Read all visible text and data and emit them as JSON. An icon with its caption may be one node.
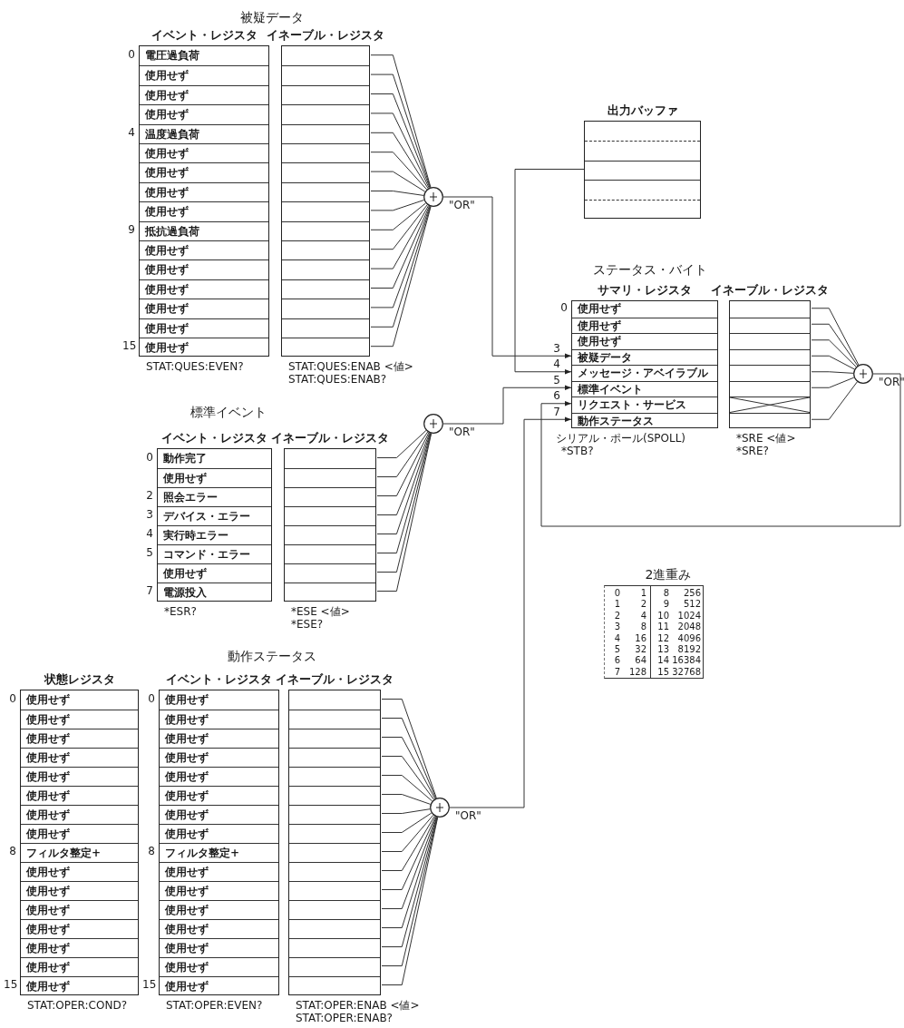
{
  "diagram": {
    "nodes": [
      {
        "text": [
          "イベント・レジスタ",
          "電圧過負荷",
          "使用せず",
          "使用せず",
          "使用せず",
          "温度過負荷",
          "使用せず",
          "使用せず",
          "使用せず",
          "使用せず",
          "抵抗過負荷",
          "使用せず",
          "使用せず",
          "使用せず",
          "使用せず",
          "使用せず",
          "使用せず"
        ],
        "beside": [
          "0",
          "4",
          "9",
          "15",
          "STAT:QUES:EVEN?"
        ]
      },
      {
        "text": [
          "イネーブル・レジスタ"
        ],
        "beside": [
          "STAT:QUES:ENAB <値>",
          "STAT:QUES:ENAB?"
        ]
      },
      {
        "text": [],
        "shape": "circle",
        "beside": [
          "\"OR\""
        ]
      },
      {
        "text": [
          "出力バッファ"
        ]
      },
      {
        "text": [
          "サマリ・レジスタ",
          "使用せず",
          "使用せず",
          "使用せず",
          "被疑データ",
          "メッセージ・アベイラブル",
          "標準イベント",
          "リクエスト・サービス",
          "動作ステータス"
        ],
        "beside": [
          "0",
          "3",
          "4",
          "5",
          "6",
          "7",
          "シリアル・ポール(SPOLL)",
          "*STB?"
        ]
      },
      {
        "text": [
          "イネーブル・レジスタ"
        ],
        "beside": [
          "*SRE <値>",
          "*SRE?"
        ]
      },
      {
        "text": [],
        "shape": "circle",
        "beside": [
          "\"OR\""
        ]
      },
      {
        "text": [
          "イベント・レジスタ",
          "動作完了",
          "使用せず",
          "照会エラー",
          "デバイス・エラー",
          "実行時エラー",
          "コマンド・エラー",
          "使用せず",
          "電源投入"
        ],
        "beside": [
          "0",
          "2",
          "3",
          "4",
          "5",
          "7",
          "*ESR?"
        ]
      },
      {
        "text": [
          "イネーブル・レジスタ"
        ],
        "beside": [
          "*ESE <値>",
          "*ESE?"
        ]
      },
      {
        "text": [],
        "shape": "circle",
        "beside": [
          "\"OR\""
        ]
      },
      {
        "text": [
          "状態レジスタ",
          "使用せず",
          "使用せず",
          "使用せず",
          "使用せず",
          "使用せず",
          "使用せず",
          "使用せず",
          "使用せず",
          "フィルタ整定+",
          "使用せず",
          "使用せず",
          "使用せず",
          "使用せず",
          "使用せず",
          "使用せず",
          "使用せず"
        ],
        "beside": [
          "0",
          "8",
          "15",
          "STAT:OPER:COND?"
        ]
      },
      {
        "text": [
          "イベント・レジスタ",
          "使用せず",
          "使用せず",
          "使用せず",
          "使用せず",
          "使用せず",
          "使用せず",
          "使用せず",
          "使用せず",
          "フィルタ整定+",
          "使用せず",
          "使用せず",
          "使用せず",
          "使用せず",
          "使用せず",
          "使用せず",
          "使用せず"
        ],
        "beside": [
          "0",
          "8",
          "15",
          "STAT:OPER:EVEN?"
        ]
      },
      {
        "text": [
          "イネーブル・レジスタ"
        ],
        "beside": [
          "STAT:OPER:ENAB <値>",
          "STAT:OPER:ENAB?"
        ]
      },
      {
        "text": [],
        "shape": "circle",
        "beside": [
          "\"OR\""
        ]
      }
    ],
    "edges": [
      {
        "from": 1,
        "to": 2,
        "arrow": "none"
      },
      {
        "from": 1,
        "to": 2,
        "arrow": "none"
      },
      {
        "from": 1,
        "to": 2,
        "arrow": "none"
      },
      {
        "from": 1,
        "to": 2,
        "arrow": "none"
      },
      {
        "from": 1,
        "to": 2,
        "arrow": "none"
      },
      {
        "from": 1,
        "to": 2,
        "arrow": "none"
      },
      {
        "from": 1,
        "to": 2,
        "arrow": "none"
      },
      {
        "from": 1,
        "to": 2,
        "arrow": "none"
      },
      {
        "from": 1,
        "to": 2,
        "arrow": "none"
      },
      {
        "from": 1,
        "to": 2,
        "arrow": "none"
      },
      {
        "from": 1,
        "to": 2,
        "arrow": "none"
      },
      {
        "from": 1,
        "to": 2,
        "arrow": "none"
      },
      {
        "from": 1,
        "to": 2,
        "arrow": "none"
      },
      {
        "from": 1,
        "to": 2,
        "arrow": "none"
      },
      {
        "from": 1,
        "to": 2,
        "arrow": "none"
      },
      {
        "from": 1,
        "to": 2,
        "arrow": "none"
      },
      {
        "from": 2,
        "to": 4,
        "arrow": "to"
      },
      {
        "from": 3,
        "to": 4,
        "arrow": "to"
      },
      {
        "from": 9,
        "to": 4,
        "arrow": "to"
      },
      {
        "from": 13,
        "to": 4,
        "arrow": "to"
      },
      {
        "from": 5,
        "to": 6,
        "arrow": "none"
      },
      {
        "from": 5,
        "to": 6,
        "arrow": "none"
      },
      {
        "from": 5,
        "to": 6,
        "arrow": "none"
      },
      {
        "from": 5,
        "to": 6,
        "arrow": "none"
      },
      {
        "from": 5,
        "to": 6,
        "arrow": "none"
      },
      {
        "from": 5,
        "to": 6,
        "arrow": "none"
      },
      {
        "from": 5,
        "to": 6,
        "arrow": "none"
      },
      {
        "from": 6,
        "to": 4,
        "arrow": "to"
      },
      {
        "from": 8,
        "to": 9,
        "arrow": "none"
      },
      {
        "from": 8,
        "to": 9,
        "arrow": "none"
      },
      {
        "from": 8,
        "to": 9,
        "arrow": "none"
      },
      {
        "from": 8,
        "to": 9,
        "arrow": "none"
      },
      {
        "from": 8,
        "to": 9,
        "arrow": "none"
      },
      {
        "from": 8,
        "to": 9,
        "arrow": "none"
      },
      {
        "from": 8,
        "to": 9,
        "arrow": "none"
      },
      {
        "from": 8,
        "to": 9,
        "arrow": "none"
      },
      {
        "from": 12,
        "to": 13,
        "arrow": "none"
      },
      {
        "from": 12,
        "to": 13,
        "arrow": "none"
      },
      {
        "from": 12,
        "to": 13,
        "arrow": "none"
      },
      {
        "from": 12,
        "to": 13,
        "arrow": "none"
      },
      {
        "from": 12,
        "to": 13,
        "arrow": "none"
      },
      {
        "from": 12,
        "to": 13,
        "arrow": "none"
      },
      {
        "from": 12,
        "to": 13,
        "arrow": "none"
      },
      {
        "from": 12,
        "to": 13,
        "arrow": "none"
      },
      {
        "from": 12,
        "to": 13,
        "arrow": "none"
      },
      {
        "from": 12,
        "to": 13,
        "arrow": "none"
      },
      {
        "from": 12,
        "to": 13,
        "arrow": "none"
      },
      {
        "from": 12,
        "to": 13,
        "arrow": "none"
      },
      {
        "from": 12,
        "to": 13,
        "arrow": "none"
      },
      {
        "from": 12,
        "to": 13,
        "arrow": "none"
      },
      {
        "from": 12,
        "to": 13,
        "arrow": "none"
      },
      {
        "from": 12,
        "to": 13,
        "arrow": "none"
      }
    ],
    "labels": [
      "被疑データ",
      "ステータス・バイト",
      "標準イベント",
      "2進重み",
      "0",
      "1",
      "8",
      "256",
      "1",
      "2",
      "9",
      "512",
      "2",
      "4",
      "10",
      "1024",
      "3",
      "8",
      "11",
      "2048",
      "4",
      "16",
      "12",
      "4096",
      "5",
      "32",
      "13",
      "8192",
      "6",
      "64",
      "14",
      "16384",
      "7",
      "128",
      "15",
      "32768",
      "動作ステータス"
    ]
  }
}
